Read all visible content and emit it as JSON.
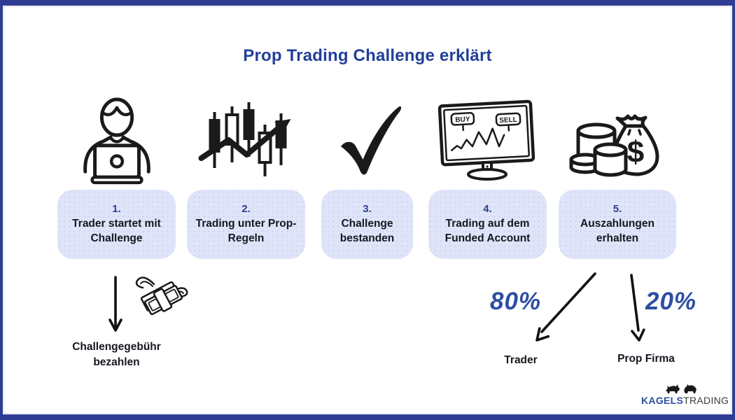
{
  "title": "Prop Trading Challenge erklärt",
  "steps": [
    {
      "number": "1.",
      "label": "Trader startet mit Challenge",
      "icon": "trader-laptop-icon"
    },
    {
      "number": "2.",
      "label": "Trading unter Prop-Regeln",
      "icon": "candlestick-chart-icon"
    },
    {
      "number": "3.",
      "label": "Challenge bestanden",
      "icon": "checkmark-icon"
    },
    {
      "number": "4.",
      "label": "Trading auf dem Funded Account",
      "icon": "trading-monitor-icon",
      "icon_labels": {
        "buy": "BUY",
        "sell": "SELL"
      }
    },
    {
      "number": "5.",
      "label": "Auszahlungen erhalten",
      "icon": "money-bag-icon",
      "icon_labels": {
        "currency": "$"
      }
    }
  ],
  "fee": {
    "label": "Challengegebühr bezahlen"
  },
  "payout": {
    "trader": {
      "percent": "80%",
      "label": "Trader"
    },
    "prop_firm": {
      "percent": "20%",
      "label": "Prop Firma"
    }
  },
  "logo": {
    "primary": "KAGELS",
    "secondary": "TRADING"
  },
  "colors": {
    "frame_navy": "#2e3c92",
    "title_blue": "#21409a",
    "box_fill": "#dfe4f8",
    "step_number_blue": "#2b3f8c",
    "text_dark": "#15181f",
    "handwriting_blue": "#2e4ea3",
    "icon_ink": "#1a1a1a"
  }
}
